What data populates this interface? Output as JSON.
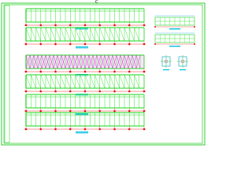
{
  "drawing": {
    "header_mark": "C",
    "colors": {
      "frame": "#00c400",
      "members": "#19d619",
      "posts": "#2ee82e",
      "gridline": "#ff2a2a",
      "axis_bubble": "#e01010",
      "bracing": "#d020d0",
      "title_bar": "#00c0e0",
      "detail_ink": "#00a0c0",
      "dimension": "#2aa7ff"
    }
  },
  "elevations": [
    {
      "id": "elevation-1",
      "members": "solid",
      "posts": 24,
      "bubbles": 9
    },
    {
      "id": "elevation-2",
      "members": "web",
      "posts": 24,
      "bubbles": 9
    },
    {
      "id": "elevation-3",
      "members": "braced",
      "posts": 30,
      "bubbles": 9
    },
    {
      "id": "elevation-4",
      "members": "web",
      "posts": 24,
      "bubbles": 9
    },
    {
      "id": "elevation-5",
      "members": "solid",
      "posts": 24,
      "bubbles": 9
    },
    {
      "id": "elevation-6",
      "members": "solid",
      "posts": 24,
      "bubbles": 9
    }
  ],
  "side_details": [
    {
      "id": "section-detail-1"
    },
    {
      "id": "section-detail-2"
    }
  ],
  "small_details": [
    {
      "id": "node-detail-1"
    },
    {
      "id": "node-detail-2"
    }
  ]
}
